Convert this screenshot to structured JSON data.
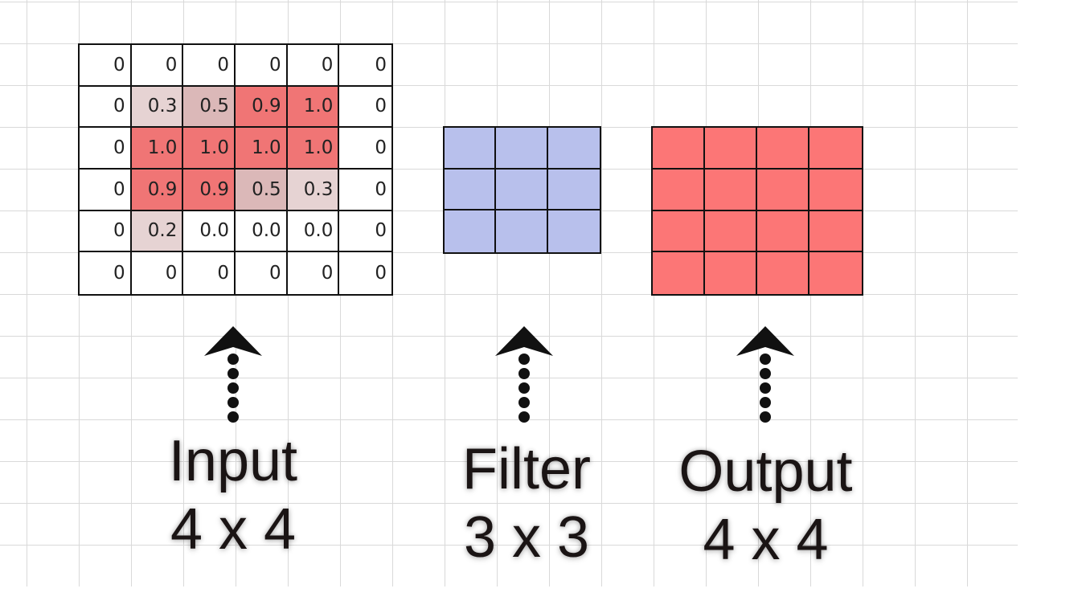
{
  "input": {
    "title": "Input",
    "dims": "4 x 4",
    "cells": [
      [
        "0",
        "0",
        "0",
        "0",
        "0",
        "0"
      ],
      [
        "0",
        "0.3",
        "0.5",
        "0.9",
        "1.0",
        "0"
      ],
      [
        "0",
        "1.0",
        "1.0",
        "1.0",
        "1.0",
        "0"
      ],
      [
        "0",
        "0.9",
        "0.9",
        "0.5",
        "0.3",
        "0"
      ],
      [
        "0",
        "0.2",
        "0.0",
        "0.0",
        "0.0",
        "0"
      ],
      [
        "0",
        "0",
        "0",
        "0",
        "0",
        "0"
      ]
    ]
  },
  "filter": {
    "title": "Filter",
    "dims": "3 x 3",
    "rows": 3,
    "cols": 3
  },
  "output": {
    "title": "Output",
    "dims": "4 x 4",
    "rows": 4,
    "cols": 4
  },
  "colors": {
    "filter_cell": "#b8c0ec",
    "output_cell": "#fc7676",
    "input_high": "#f07575",
    "input_mid": "#dbb8b8",
    "input_low": "#e6d3d3",
    "padding": "#ffffff",
    "grid_line": "#d9d9d9",
    "border": "#111111"
  },
  "icons": {
    "arrow": "dotted-up-arrow-icon"
  }
}
